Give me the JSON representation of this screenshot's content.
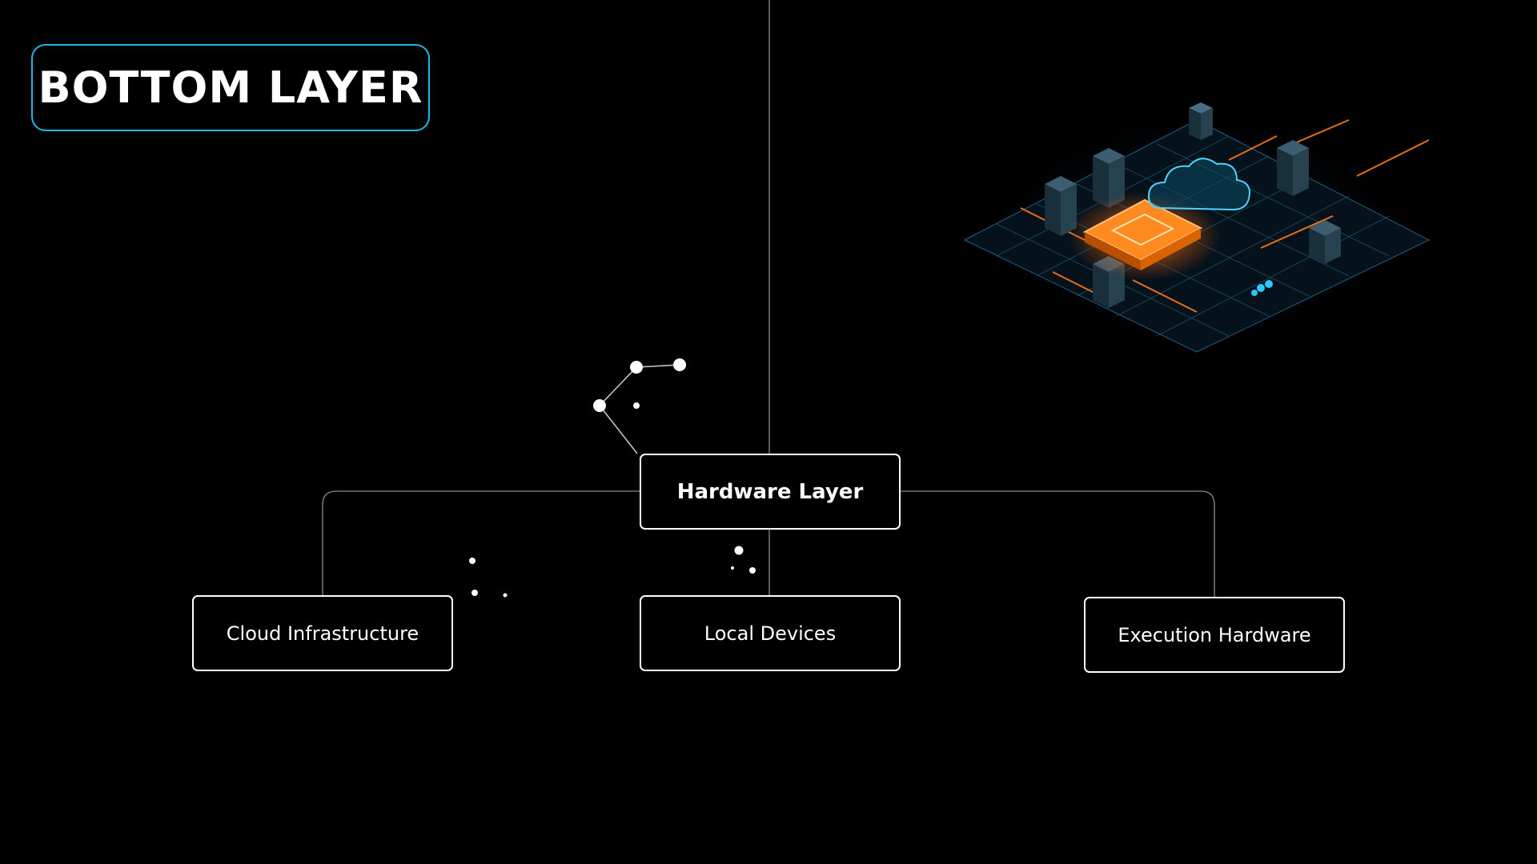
{
  "slide_title": "BOTTOM LAYER",
  "diagram": {
    "root": "Hardware Layer",
    "children": [
      "Cloud Infrastructure",
      "Local Devices",
      "Execution Hardware"
    ]
  },
  "colors": {
    "background": "#000000",
    "accent": "#1ab8e6",
    "node_border": "#ffffff",
    "connector": "#8a8a8a",
    "illustration_orange": "#ff7a1a",
    "illustration_cyan": "#2ec8ff"
  },
  "illustration": "isometric-cloud-datacenter-illustration"
}
